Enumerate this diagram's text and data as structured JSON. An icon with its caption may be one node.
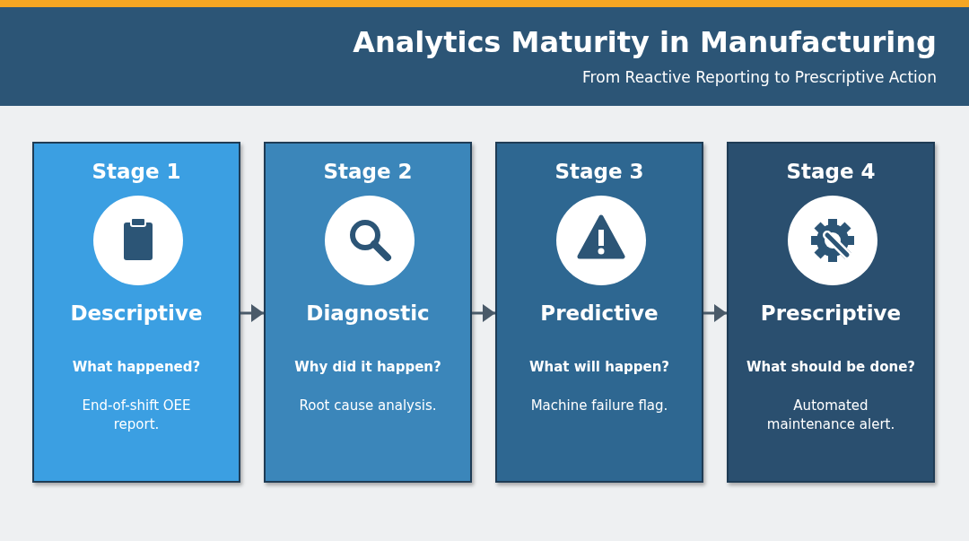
{
  "diagram": {
    "title": "Analytics Maturity in Manufacturing",
    "nodes": [
      {
        "text": [
          "Stage 1",
          "Descriptive",
          "What happened?",
          "End-of-shift OEE report."
        ]
      },
      {
        "text": [
          "Stage 2",
          "Diagnostic",
          "Why did it happen?",
          "Root cause analysis."
        ]
      },
      {
        "text": [
          "Stage 3",
          "Predictive",
          "What will happen?",
          "Machine failure flag."
        ]
      },
      {
        "text": [
          "Stage 4",
          "Prescriptive",
          "What should be done?",
          "Automated maintenance alert."
        ]
      }
    ],
    "edges": [
      {
        "from": 0,
        "to": 1,
        "arrow": "to"
      },
      {
        "from": 1,
        "to": 2,
        "arrow": "to"
      },
      {
        "from": 2,
        "to": 3,
        "arrow": "to"
      }
    ],
    "labels": [
      "From Reactive Reporting to Prescriptive Action"
    ]
  }
}
